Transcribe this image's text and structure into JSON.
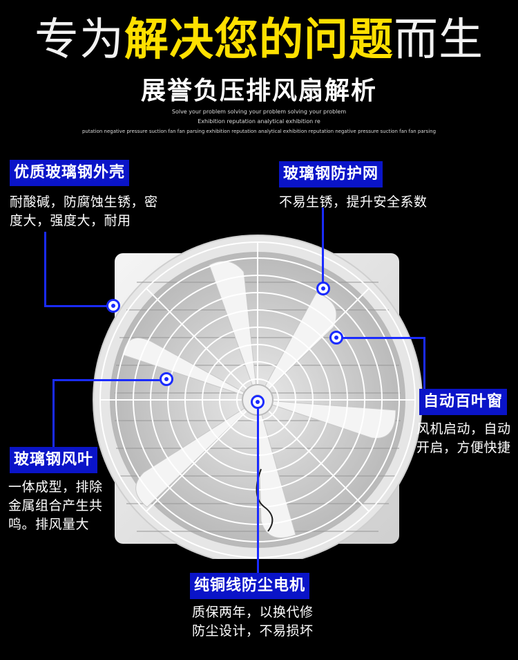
{
  "header": {
    "part1": "专为",
    "part2": "解决您的问题",
    "part3": "而生",
    "subtitle": "展誉负压排风扇解析",
    "en_line1": "Solve your problem solving your problem solving your problem",
    "en_line2": "Exhibition reputation analytical exhibition re",
    "en_line3": "putation negative pressure suction fan fan parsing exhibition reputation analytical exhibition reputation negative pressure suction fan fan parsing"
  },
  "features": {
    "shell": {
      "label": "优质玻璃钢外壳",
      "desc1": "耐酸碱，防腐蚀生锈，密",
      "desc2": "度大，强度大，耐用"
    },
    "guard": {
      "label": "玻璃钢防护网",
      "desc1": "不易生锈，提升安全系数"
    },
    "shutter": {
      "label": "自动百叶窗",
      "desc1": "风机启动，自动",
      "desc2": "开启，方便快捷"
    },
    "blade": {
      "label": "玻璃钢风叶",
      "desc1": "一体成型，排除",
      "desc2": "金属组合产生共",
      "desc3": "鸣。排风量大"
    },
    "motor": {
      "label": "纯铜线防尘电机",
      "desc1": "质保两年，以换代修",
      "desc2": "防尘设计，不易损坏"
    }
  },
  "colors": {
    "accent_yellow": "#ffe000",
    "label_blue": "#0a14c8",
    "line_blue": "#1a2bff"
  }
}
